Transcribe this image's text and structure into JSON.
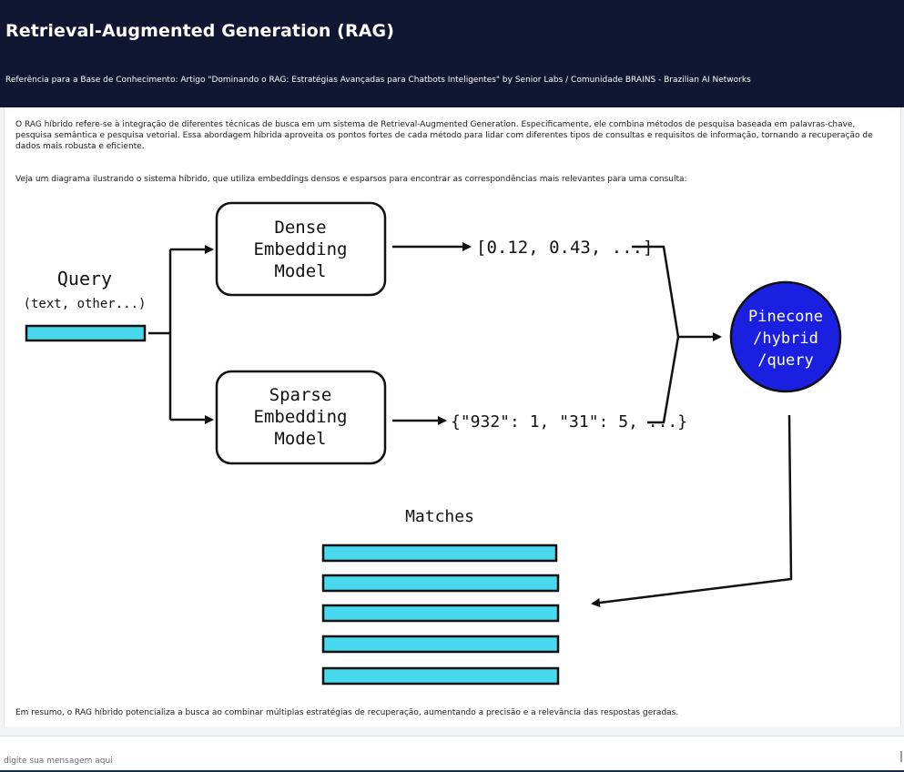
{
  "header": {
    "title": "Retrieval-Augmented Generation (RAG)",
    "subtitle": "Referência para a Base de Conhecimento: Artigo \"Dominando o RAG: Estratégias Avançadas para Chatbots Inteligentes\" by Senior Labs / Comunidade BRAINS - Brazilian AI Networks"
  },
  "content": {
    "paragraph1": "O RAG híbrido refere-se à integração de diferentes técnicas de busca em um sistema de Retrieval-Augmented Generation. Especificamente, ele combina métodos de pesquisa baseada em palavras-chave, pesquisa semântica e pesquisa vetorial. Essa abordagem híbrida aproveita os pontos fortes de cada método para lidar com diferentes tipos de consultas e requisitos de informação, tornando a recuperação de dados mais robusta e eficiente.",
    "paragraph2": "Veja um diagrama ilustrando o sistema híbrido, que utiliza embeddings densos e esparsos para encontrar as correspondências mais relevantes para uma consulta:",
    "summary": "Em resumo, o RAG híbrido potencializa a busca ao combinar múltiplas estratégias de recuperação, aumentando a precisão e a relevância das respostas geradas."
  },
  "diagram": {
    "query_label": "Query",
    "query_sub": "(text, other...)",
    "dense_box": [
      "Dense",
      "Embedding",
      "Model"
    ],
    "sparse_box": [
      "Sparse",
      "Embedding",
      "Model"
    ],
    "dense_vector": "[0.12, 0.43, ...]",
    "sparse_vector": "{\"932\": 1, \"31\": 5, ...}",
    "pinecone": [
      "Pinecone",
      "/hybrid",
      "/query"
    ],
    "matches_label": "Matches",
    "colors": {
      "bar_fill": "#49d9ee",
      "pinecone_fill": "#1a1fe0",
      "ink": "#111111"
    }
  },
  "input": {
    "placeholder": "digite sua mensagem aqui"
  },
  "colors": {
    "header_bg": "#111733"
  }
}
